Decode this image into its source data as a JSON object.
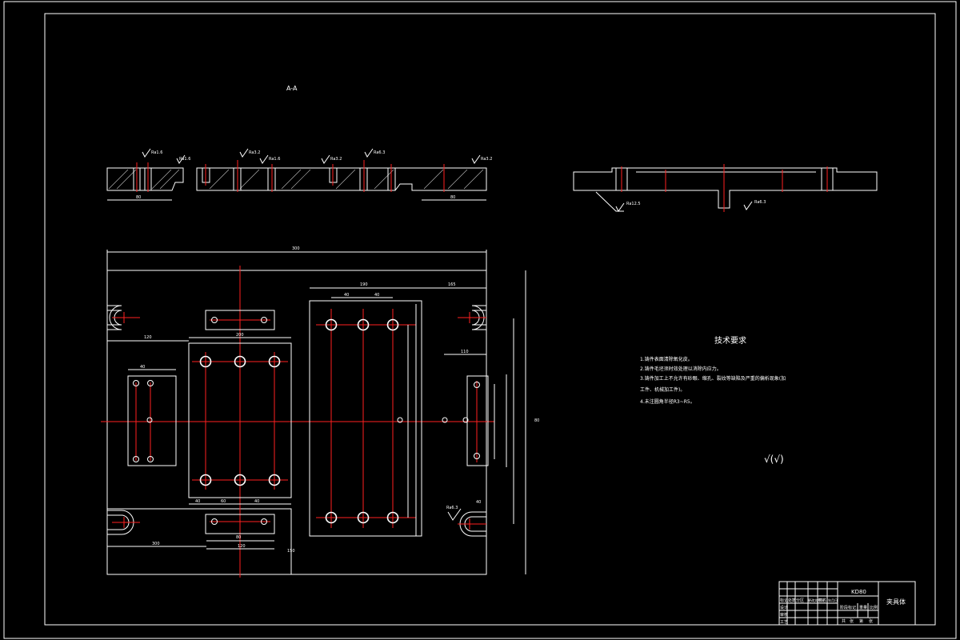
{
  "section_label": "A-A",
  "tech": {
    "title": "技术要求",
    "items": [
      "1.铸件表面清除氧化皮。",
      "2.铸件毛坯须时效处理以消除内应力。",
      "3.铸件加工上不允许有砂眼、缩孔、裂纹等缺陷及严重的偏析现象(加",
      "工件、机械加工件)。",
      "4.未注圆角半径R3~R5。"
    ]
  },
  "roughness_note": "√(√)",
  "dims": {
    "overall_width": "300",
    "right_block_width": "190",
    "right_block_offset": "165",
    "left_block_width": "200",
    "left_plate_width": "120",
    "hole_pitch_a": "40",
    "hole_pitch_b": "60",
    "bottom_length": "300",
    "bottom_short": "120",
    "side_height": "150",
    "small_a": "80",
    "small_b": "40",
    "left_small": "80",
    "right_small": "110"
  },
  "roughness": [
    "Ra1.6",
    "Ra1.6",
    "Ra3.2",
    "Ra1.6",
    "Ra3.2",
    "Ra6.3",
    "Ra3.2",
    "Ra12.5",
    "Ra6.3",
    "Ra6.3"
  ],
  "title_block": {
    "drawing_code": "KD80",
    "part_name": "夹具体",
    "row_labels": [
      "标记",
      "设计",
      "审核",
      "工艺"
    ],
    "col_labels": [
      "处数",
      "分区",
      "更改文件号",
      "签名",
      "年月日"
    ],
    "right_labels": [
      "阶段标记",
      "重量",
      "比例"
    ],
    "sheet_info": [
      "共",
      "张",
      "第",
      "张"
    ]
  }
}
